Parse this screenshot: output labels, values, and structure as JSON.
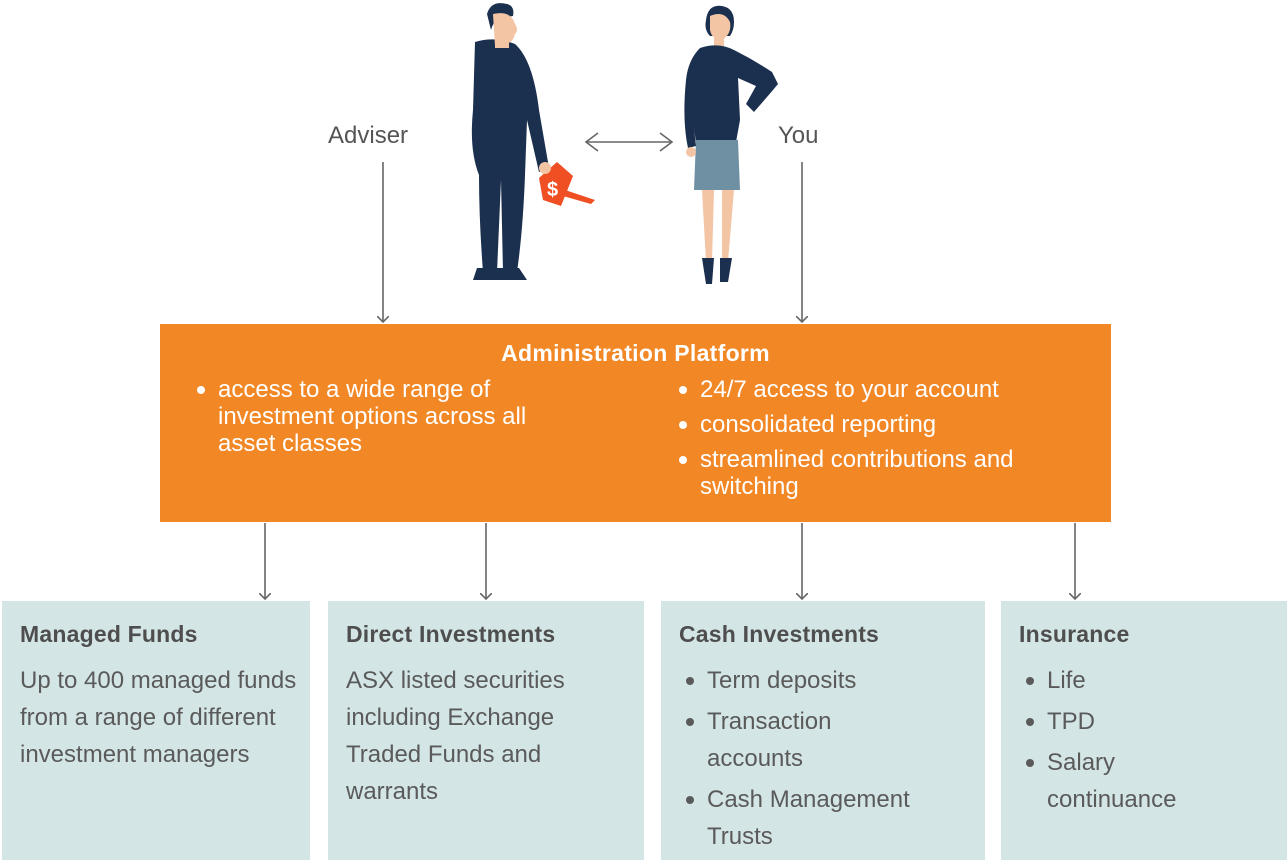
{
  "labels": {
    "adviser": "Adviser",
    "you": "You"
  },
  "platform": {
    "title": "Administration Platform",
    "left_items": [
      "access to a wide range of investment options across all asset classes"
    ],
    "right_items": [
      "24/7 access to your account",
      "consolidated reporting",
      "streamlined contributions and switching"
    ]
  },
  "boxes": [
    {
      "title": "Managed Funds",
      "text": "Up to 400 managed funds from a range of different investment managers"
    },
    {
      "title": "Direct Investments",
      "text": "ASX listed securities including Exchange Traded Funds and warrants"
    },
    {
      "title": "Cash Investments",
      "items": [
        "Term deposits",
        "Transaction accounts",
        "Cash Management Trusts"
      ]
    },
    {
      "title": "Insurance",
      "items": [
        "Life",
        "TPD",
        "Salary continuance"
      ]
    }
  ],
  "colors": {
    "platform": "#f28725",
    "boxes": "#d4e5e6",
    "figures": "#1b2f4e",
    "arrows": "#666666"
  },
  "icons": {
    "watering_can": "$"
  }
}
